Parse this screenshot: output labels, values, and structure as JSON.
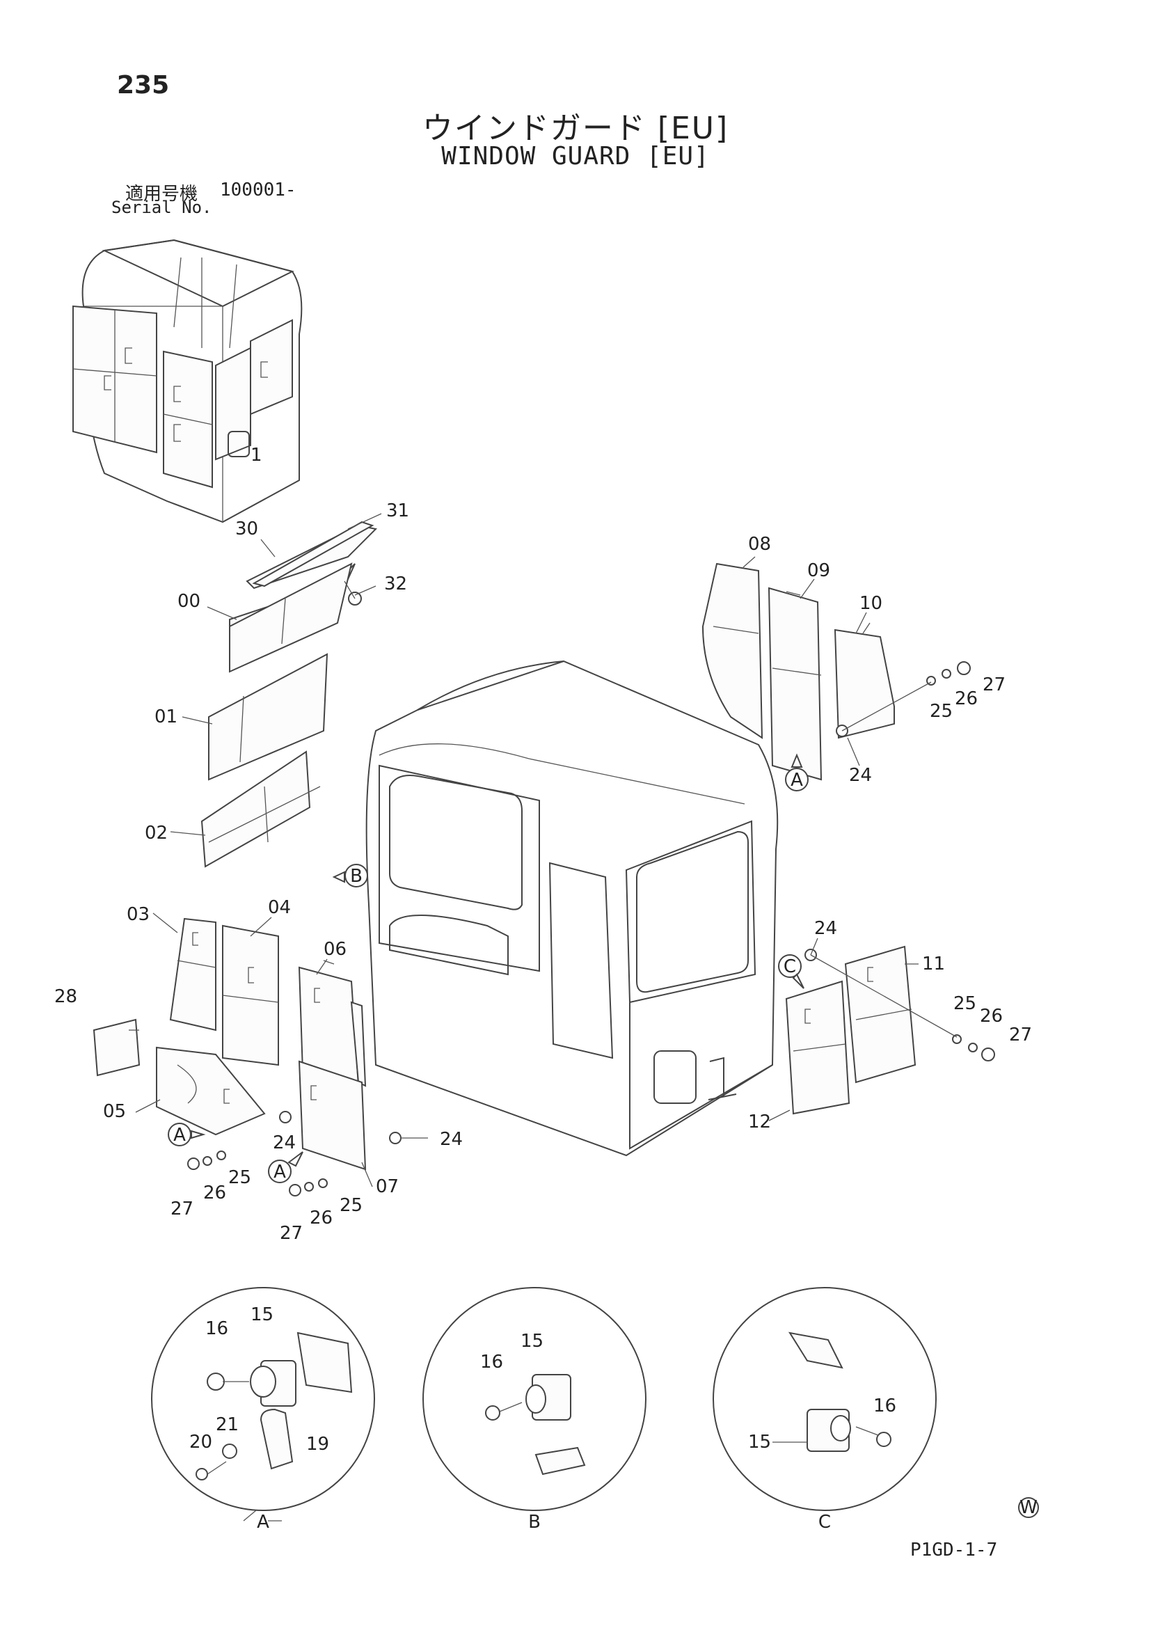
{
  "page": {
    "number": "235",
    "title_jp": "ウインドガード [EU]",
    "title_en": "WINDOW GUARD [EU]",
    "serial_label_jp": "適用号機",
    "serial_value": "100001-",
    "serial_label_en": "Serial No.",
    "code": "P1GD-1-7",
    "w_mark": "W"
  },
  "callouts": {
    "c00": "00",
    "c01": "01",
    "c02": "02",
    "c03": "03",
    "c04": "04",
    "c05": "05",
    "c06": "06",
    "c07": "07",
    "c08": "08",
    "c09": "09",
    "c10": "10",
    "c11": "11",
    "c12": "12",
    "c15": "15",
    "c16": "16",
    "c19": "19",
    "c20": "20",
    "c21": "21",
    "c24": "24",
    "c25": "25",
    "c26": "26",
    "c27": "27",
    "c28": "28",
    "c30": "30",
    "c31": "31",
    "c32": "32"
  },
  "detail_refs": {
    "A": "A",
    "B": "B",
    "C": "C"
  }
}
